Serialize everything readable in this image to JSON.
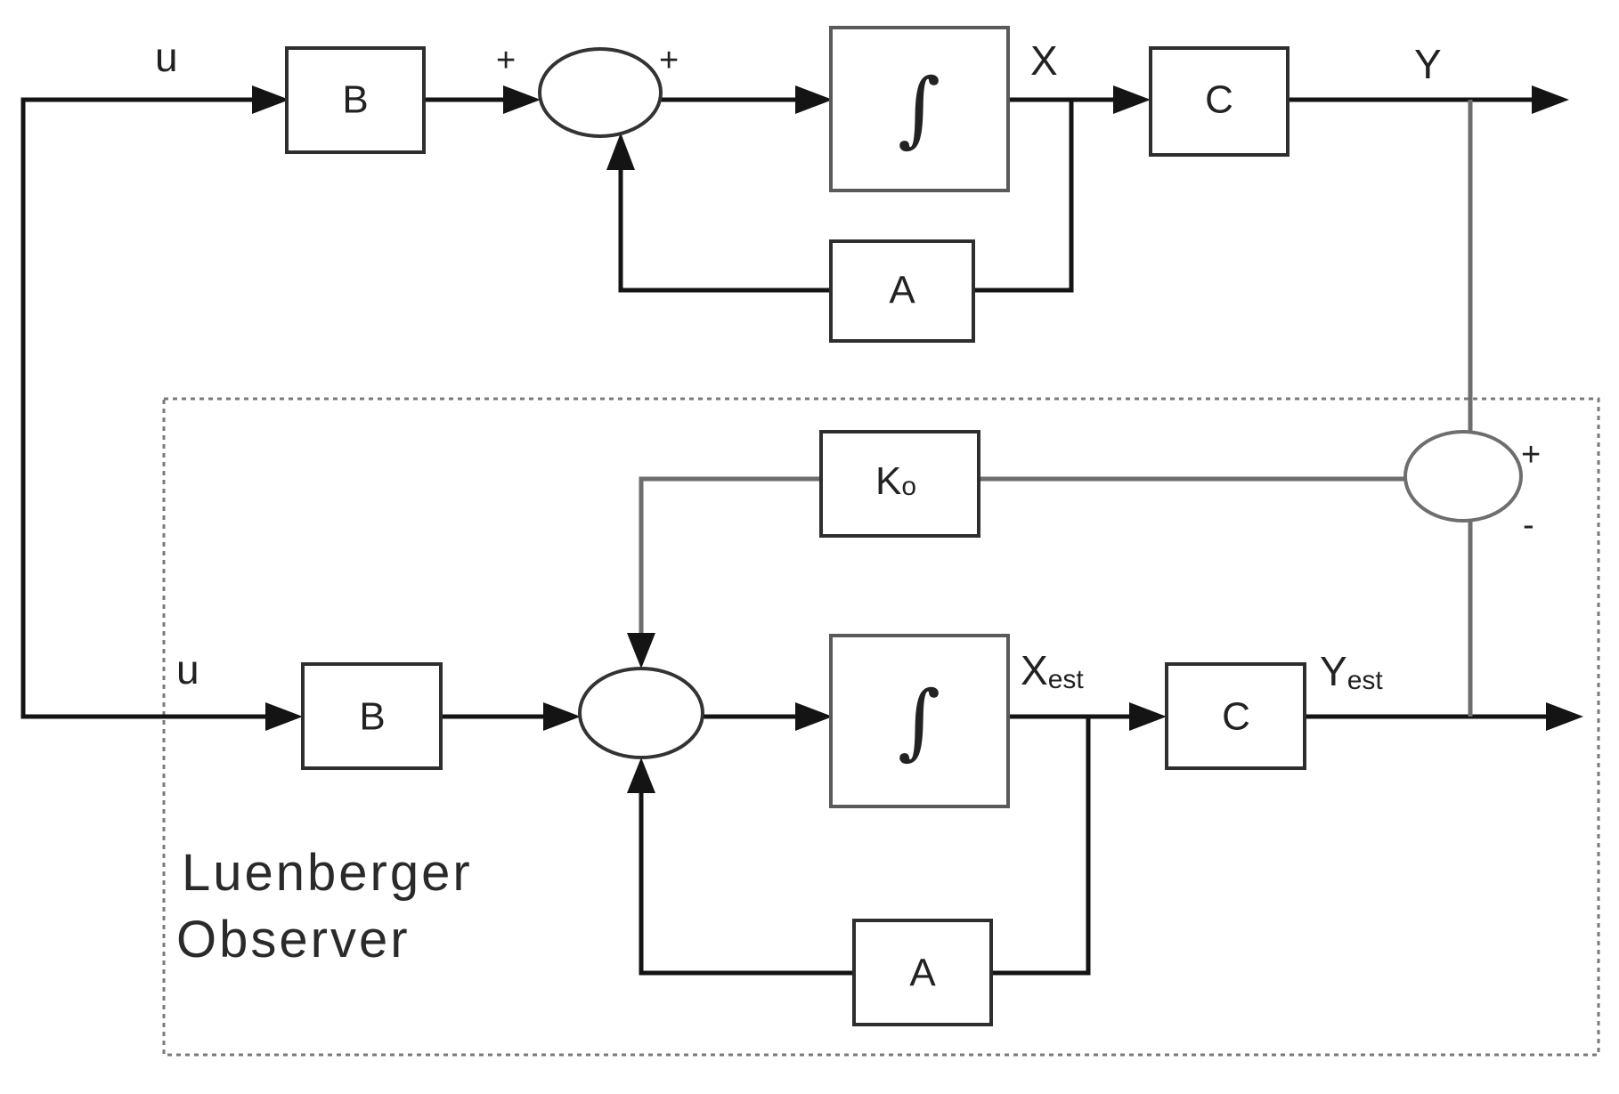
{
  "plant": {
    "input_label": "u",
    "output_label": "Y",
    "state_label": "X",
    "b_label": "B",
    "a_label": "A",
    "c_label": "C",
    "integrator_symbol": "∫",
    "sum_plus_left": "+",
    "sum_plus_right": "+"
  },
  "observer": {
    "caption_line1": "Luenberger",
    "caption_line2": "Observer",
    "input_label": "u",
    "b_label": "B",
    "a_label": "A",
    "c_label": "C",
    "k_label": "K",
    "k_sub": "o",
    "integrator_symbol": "∫",
    "state_label": "X",
    "state_sub": "est",
    "output_label": "Y",
    "output_sub": "est",
    "error_sum_plus": "+",
    "error_sum_minus": "-"
  }
}
